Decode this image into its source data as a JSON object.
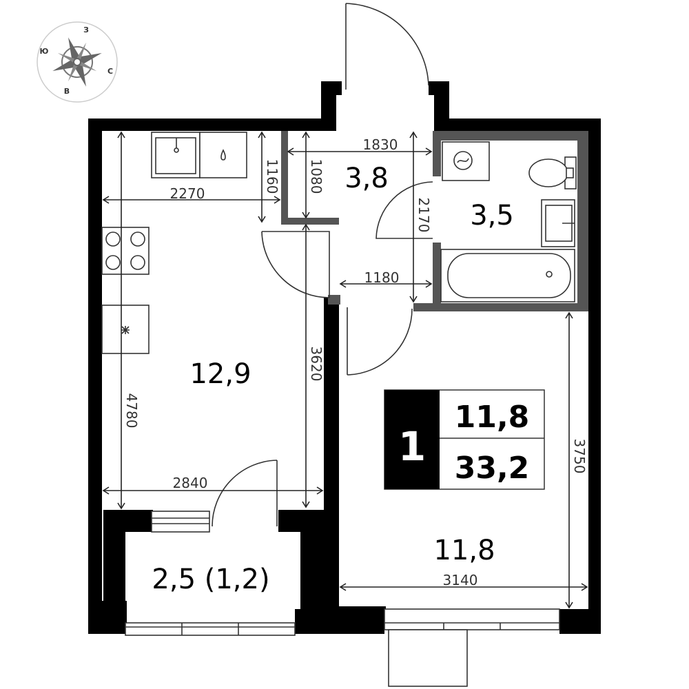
{
  "compass": {
    "north": "З",
    "east": "С",
    "south": "В",
    "west": "Ю"
  },
  "rooms": {
    "kitchen": "12,9",
    "hall": "3,8",
    "bathroom": "3,5",
    "bedroom": "11,8",
    "balcony": "2,5 (1,2)"
  },
  "badge": {
    "rooms_count": "1",
    "living_area": "11,8",
    "total_area": "33,2"
  },
  "dimensions": {
    "kitchen_top_width": "2270",
    "kitchen_nook_depth": "1160",
    "hall_depth": "1080",
    "hall_width": "1830",
    "bath_depth": "2170",
    "corridor_width": "1180",
    "kitchen_depth": "3620",
    "kitchen_height": "4780",
    "kitchen_width": "2840",
    "bedroom_depth": "3750",
    "bedroom_width": "3140"
  }
}
